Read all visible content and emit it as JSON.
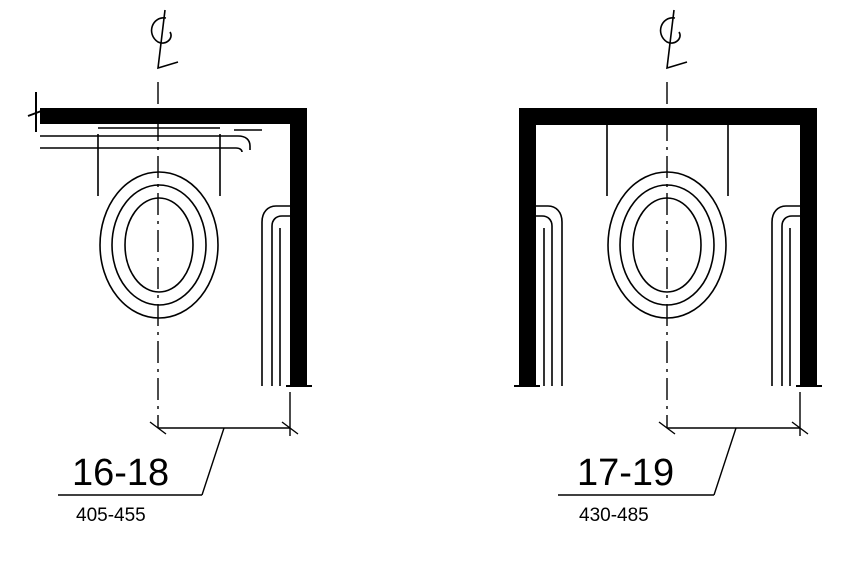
{
  "colors": {
    "ink": "#000000",
    "background": "#ffffff"
  },
  "figures": [
    {
      "symbol": "centerline-symbol",
      "dimension": {
        "inches": "16-18",
        "millimeters": "405-455"
      }
    },
    {
      "symbol": "centerline-symbol",
      "dimension": {
        "inches": "17-19",
        "millimeters": "430-485"
      }
    }
  ]
}
